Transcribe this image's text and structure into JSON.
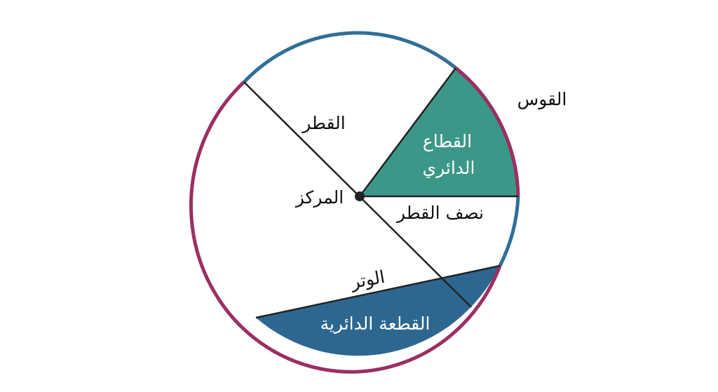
{
  "labels": {
    "arc": "القوس",
    "diameter": "القطر",
    "sector_line1": "القطاع",
    "sector_line2": "الدائري",
    "center": "المركز",
    "radius": "نصف القطر",
    "chord": "الوتر",
    "segment": "القطعة الدائرية"
  },
  "colors": {
    "arc_blue": "#2f6f98",
    "arc_magenta": "#9a2f62",
    "sector_fill": "#3b9787",
    "segment_fill": "#2d6790",
    "line": "#222222",
    "label_dark": "#111111",
    "label_light": "#ffffff"
  }
}
